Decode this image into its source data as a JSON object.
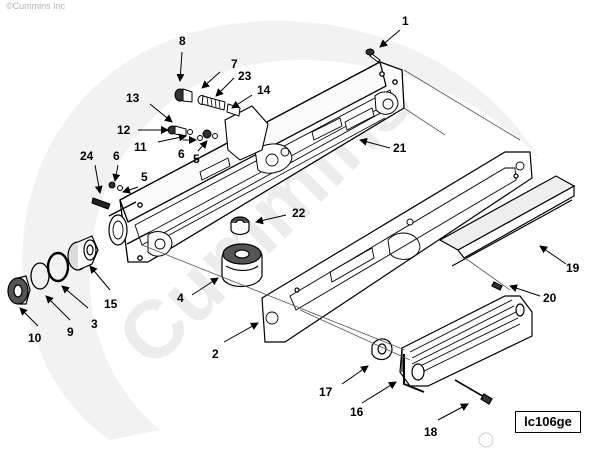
{
  "diagram": {
    "copyright": "©Cummins Inc",
    "watermark_text": "Cummins",
    "figure_code": "lc106ge",
    "colors": {
      "line": "#000000",
      "watermark": "#ececec",
      "background": "#ffffff"
    },
    "callouts": [
      {
        "id": "1",
        "label": "1"
      },
      {
        "id": "2",
        "label": "2"
      },
      {
        "id": "3",
        "label": "3"
      },
      {
        "id": "4",
        "label": "4"
      },
      {
        "id": "5a",
        "label": "5"
      },
      {
        "id": "5b",
        "label": "5"
      },
      {
        "id": "6a",
        "label": "6"
      },
      {
        "id": "6b",
        "label": "6"
      },
      {
        "id": "7",
        "label": "7"
      },
      {
        "id": "8",
        "label": "8"
      },
      {
        "id": "9",
        "label": "9"
      },
      {
        "id": "10",
        "label": "10"
      },
      {
        "id": "11",
        "label": "11"
      },
      {
        "id": "12",
        "label": "12"
      },
      {
        "id": "13",
        "label": "13"
      },
      {
        "id": "14",
        "label": "14"
      },
      {
        "id": "15",
        "label": "15"
      },
      {
        "id": "16",
        "label": "16"
      },
      {
        "id": "17",
        "label": "17"
      },
      {
        "id": "18",
        "label": "18"
      },
      {
        "id": "19",
        "label": "19"
      },
      {
        "id": "20",
        "label": "20"
      },
      {
        "id": "21",
        "label": "21"
      },
      {
        "id": "22",
        "label": "22"
      },
      {
        "id": "23",
        "label": "23"
      },
      {
        "id": "24",
        "label": "24"
      }
    ]
  }
}
